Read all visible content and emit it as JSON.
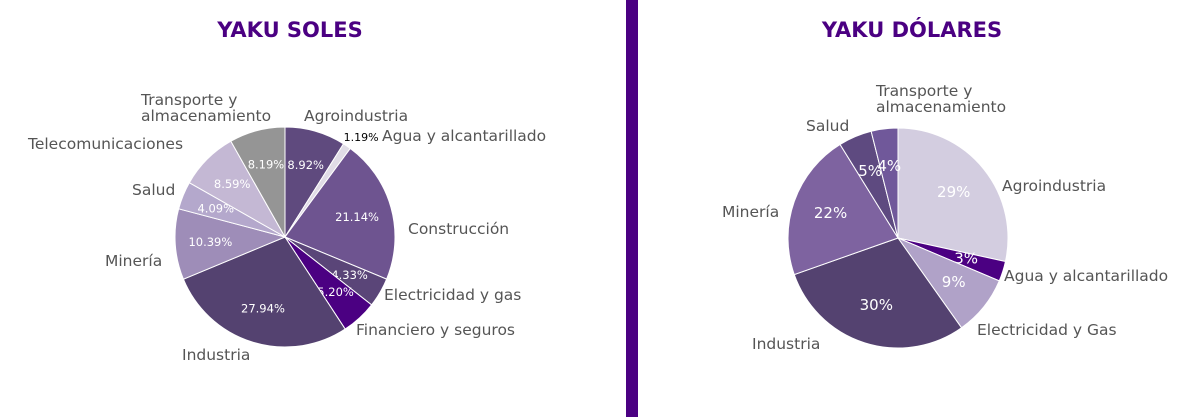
{
  "chart_data": [
    {
      "type": "pie",
      "title": "YAKU SOLES",
      "slices": [
        {
          "label": "Agroindustria",
          "value": 8.92,
          "text": "8.92%",
          "color": "#5f4a7e",
          "tcolor": "#fff"
        },
        {
          "label": "Agua y alcantarillado",
          "value": 1.19,
          "text": "1.19%",
          "color": "#e0dce6",
          "tcolor": "#000"
        },
        {
          "label": "Construcción",
          "value": 21.14,
          "text": "21.14%",
          "color": "#6e5490",
          "tcolor": "#fff"
        },
        {
          "label": "Electricidad y gas",
          "value": 4.33,
          "text": "4.33%",
          "color": "#5a4578",
          "tcolor": "#fff"
        },
        {
          "label": "Financiero y seguros",
          "value": 5.2,
          "text": "5.20%",
          "color": "#4b0082",
          "tcolor": "#fff"
        },
        {
          "label": "Industria",
          "value": 27.94,
          "text": "27.94%",
          "color": "#544270",
          "tcolor": "#fff"
        },
        {
          "label": "Minería",
          "value": 10.39,
          "text": "10.39%",
          "color": "#9e8db8",
          "tcolor": "#fff"
        },
        {
          "label": "Salud",
          "value": 4.09,
          "text": "4.09%",
          "color": "#b4a8cc",
          "tcolor": "#fff"
        },
        {
          "label": "Telecomunicaciones",
          "value": 8.59,
          "text": "8.59%",
          "color": "#c4b8d4",
          "tcolor": "#fff"
        },
        {
          "label": "Transporte y almacenamiento",
          "value": 8.19,
          "text": "8.19%",
          "color": "#959595",
          "tcolor": "#fff"
        }
      ]
    },
    {
      "type": "pie",
      "title": "YAKU DÓLARES",
      "slices": [
        {
          "label": "Agroindustria",
          "value": 29,
          "text": "29%",
          "color": "#d3cde0",
          "tcolor": "#fff"
        },
        {
          "label": "Agua y alcantarillado",
          "value": 3,
          "text": "3%",
          "color": "#4b0082",
          "tcolor": "#fff"
        },
        {
          "label": "Electricidad y Gas",
          "value": 9,
          "text": "9%",
          "color": "#b0a2c8",
          "tcolor": "#fff"
        },
        {
          "label": "Industria",
          "value": 30,
          "text": "30%",
          "color": "#544270",
          "tcolor": "#fff"
        },
        {
          "label": "Minería",
          "value": 22,
          "text": "22%",
          "color": "#7e63a0",
          "tcolor": "#fff"
        },
        {
          "label": "Salud",
          "value": 5,
          "text": "5%",
          "color": "#5e4a80",
          "tcolor": "#fff"
        },
        {
          "label": "Transporte y almacenamiento",
          "value": 4,
          "text": "4%",
          "color": "#70589a",
          "tcolor": "#fff"
        }
      ]
    }
  ]
}
